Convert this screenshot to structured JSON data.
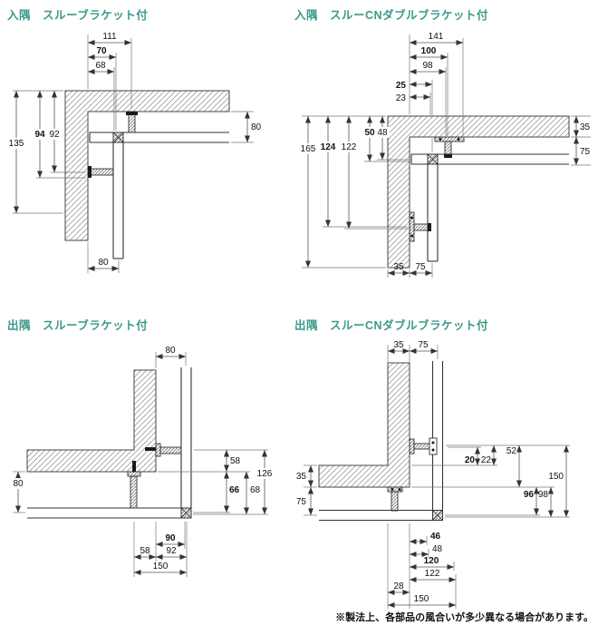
{
  "page": {
    "footnote": "※製法上、各部品の風合いが多少異なる場合があります。"
  },
  "panels": [
    {
      "title": "入隅　スルーブラケット付",
      "dims": {
        "t1": "111",
        "t2": "70",
        "t3": "68",
        "l1": "135",
        "l2": "94",
        "l3": "92",
        "r1": "80",
        "b1": "80"
      }
    },
    {
      "title": "入隅　スルーCNダブルブラケット付",
      "dims": {
        "t1": "141",
        "t2": "100",
        "t3": "98",
        "t4": "25",
        "t5": "23",
        "l1": "165",
        "l2": "124",
        "l3": "122",
        "l4": "50",
        "l5": "48",
        "r1": "35",
        "r2": "75",
        "b1": "35",
        "b2": "75"
      }
    },
    {
      "title": "出隅　スルーブラケット付",
      "dims": {
        "t1": "80",
        "r1": "58",
        "r2": "66",
        "r3": "68",
        "r4": "126",
        "l1": "80",
        "b1": "90",
        "b2": "58",
        "b3": "92",
        "b4": "150"
      }
    },
    {
      "title": "出隅　スルーCNダブルブラケット付",
      "dims": {
        "t1": "35",
        "t2": "75",
        "l1": "35",
        "l2": "75",
        "r1": "20",
        "r2": "22",
        "r3": "52",
        "r4": "96",
        "r5": "98",
        "r6": "150",
        "b1": "46",
        "b2": "48",
        "b3": "120",
        "b4": "122",
        "b5": "28",
        "b6": "150"
      }
    }
  ]
}
